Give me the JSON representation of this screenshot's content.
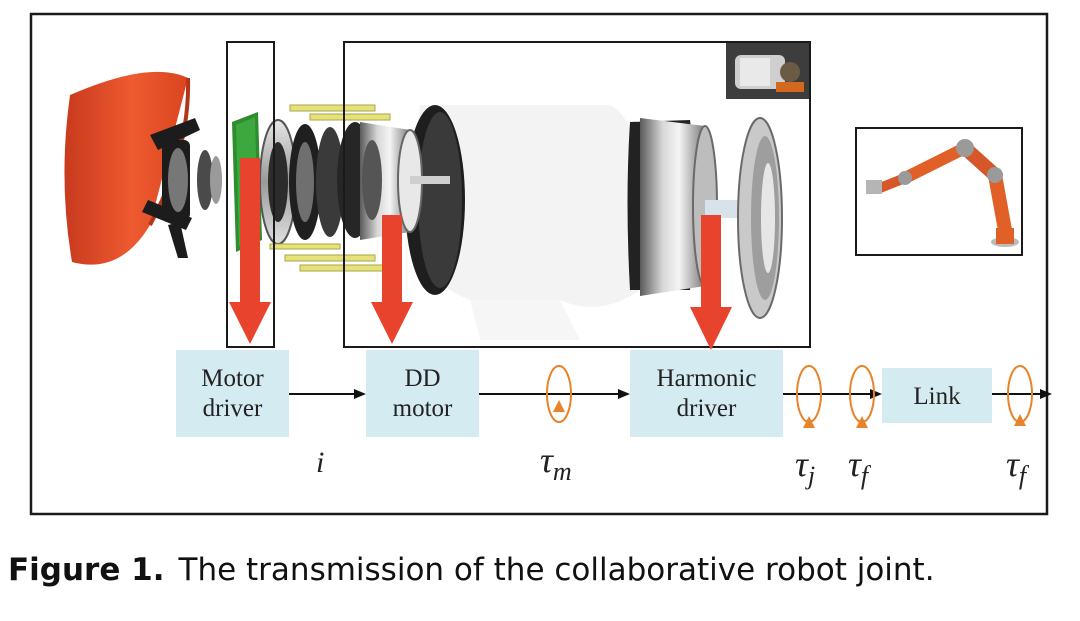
{
  "blocks": [
    {
      "id": "motor-driver",
      "lines": [
        "Motor",
        "driver"
      ]
    },
    {
      "id": "dd-motor",
      "lines": [
        "DD",
        "motor"
      ]
    },
    {
      "id": "harmonic-driver",
      "lines": [
        "Harmonic",
        "driver"
      ]
    },
    {
      "id": "link",
      "lines": [
        "Link"
      ]
    }
  ],
  "signals": {
    "current": "i",
    "motor_torque": {
      "base": "τ",
      "sub": "m"
    },
    "joint_torque": {
      "base": "τ",
      "sub": "j"
    },
    "friction_torque": {
      "base": "τ",
      "sub": "f"
    },
    "output_torque": {
      "base": "τ",
      "sub": "f"
    }
  },
  "caption": {
    "label": "Figure 1.",
    "text": "The transmission of the collaborative robot joint."
  },
  "colors": {
    "block_fill": "#d4ecf1",
    "arrow_red": "#e8432d",
    "torque_orange": "#e8832a",
    "cap_red": "#e8502e",
    "frame": "#1a1a1a"
  }
}
